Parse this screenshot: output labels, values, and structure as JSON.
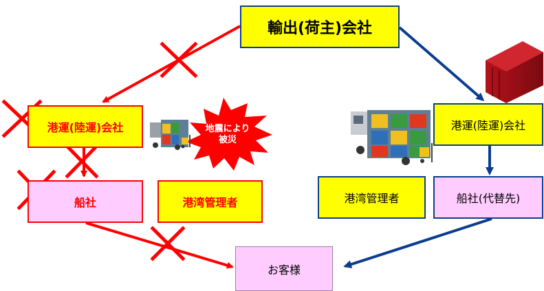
{
  "nodes": {
    "exporter": "輸出(荷主)会社",
    "left_port_operator": "港運(陸運)会社",
    "left_shipping": "船社",
    "left_harbor_manager": "港湾管理者",
    "right_port_operator": "港運(陸運)会社",
    "right_harbor_manager": "港湾管理者",
    "right_shipping": "船社(代替先)",
    "customer": "お客様"
  },
  "callout": {
    "line1": "地震により",
    "line2": "被災"
  },
  "colors": {
    "broken_route": "#ff0000",
    "alternate_route": "#0a3d8f",
    "yellow_box": "#ffff00",
    "pink_box": "#ffccff"
  },
  "icons": {
    "container": "shipping-container-icon",
    "truck": "container-truck-icon",
    "forklift": "forklift-icon",
    "blocked": "x-mark-icon"
  }
}
